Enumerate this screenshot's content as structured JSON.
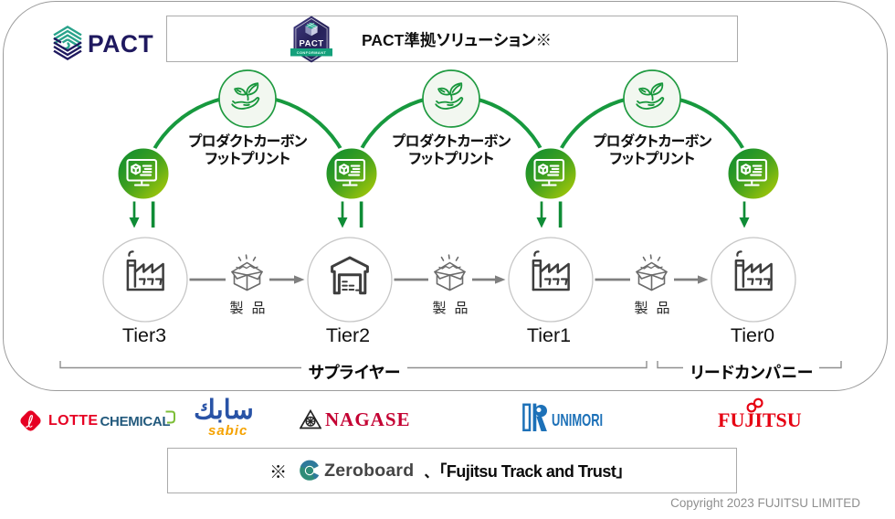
{
  "header": {
    "brand": "PACT",
    "badge": {
      "title": "PACT",
      "ribbon": "CONFORMANT"
    },
    "title": "PACT準拠ソリューション※"
  },
  "flow": {
    "pcf_line1": "プロダクトカーボン",
    "pcf_line2": "フットプリント",
    "product_label": "製品",
    "tiers": [
      "Tier3",
      "Tier2",
      "Tier1",
      "Tier0"
    ],
    "groups": {
      "suppliers": "サプライヤー",
      "lead_company": "リードカンパニー"
    }
  },
  "logos": {
    "lotte": {
      "word1": "LOTTE",
      "word2": "CHEMICAL"
    },
    "sabic": {
      "arabic": "سابك",
      "latin": "sabic"
    },
    "nagase": {
      "text": "NAGASE"
    },
    "kunimori": {
      "text": "UNIMORI"
    },
    "fujitsu": {
      "text": "FUJITSU"
    }
  },
  "note": {
    "prefix": "※",
    "zeroboard": "Zeroboard",
    "separator": "、",
    "service": "「Fujitsu Track and Trust」"
  },
  "copyright": "Copyright 2023 FUJITSU LIMITED",
  "colors": {
    "arc_green": "#17993E",
    "circle_gradient_start": "#078A33",
    "circle_gradient_end": "#BCD103",
    "leaf_circle_fill": "#F2F7F0",
    "pact_navy": "#1F195F",
    "pact_teal": "#29A38B",
    "badge_navy": "#2B2766",
    "ribbon_green": "#14A07B",
    "tier_icon_gray": "#3E3E3E",
    "connector_gray": "#7F7F7F",
    "lotte_red": "#E60023",
    "lotte_navy": "#1D4E89",
    "sabic_blue": "#2953A6",
    "sabic_orange": "#F5A200",
    "nagase_crimson": "#C40233",
    "kunimori_blue": "#1D71B8",
    "fujitsu_red": "#E60012",
    "zeroboard_teal": "#2E8C78",
    "zeroboard_blue": "#2F7A9B"
  }
}
